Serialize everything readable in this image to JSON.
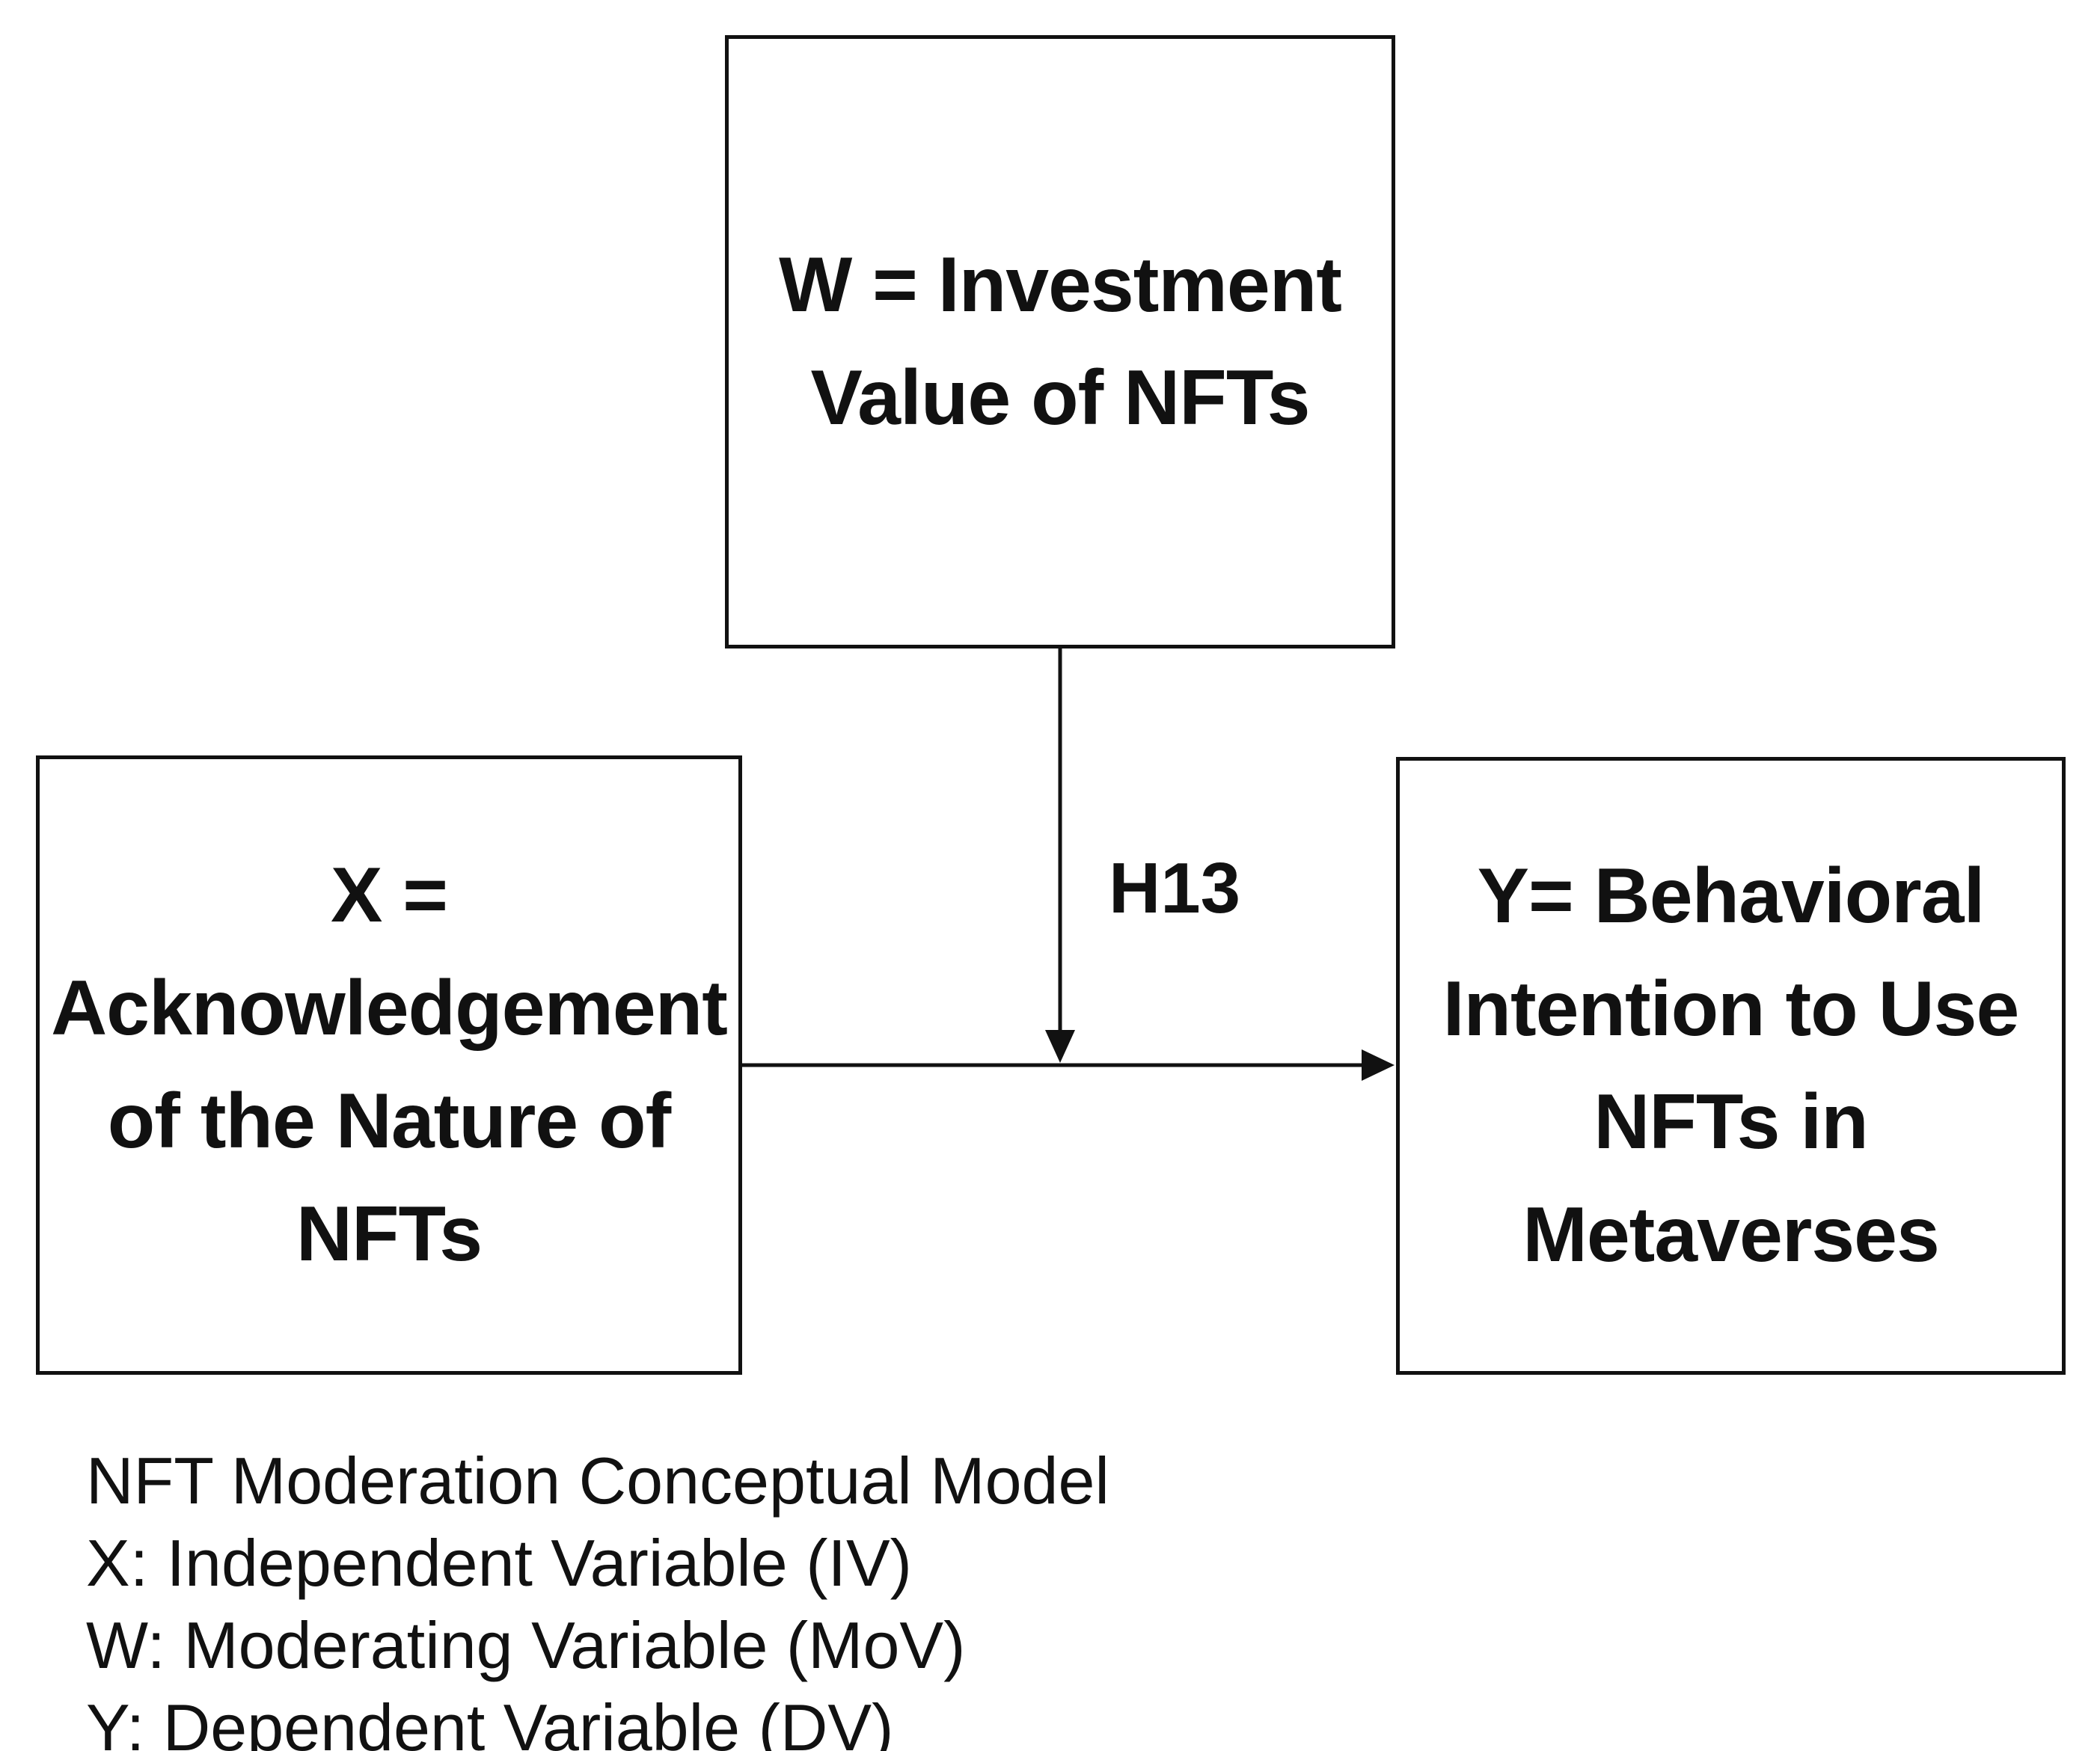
{
  "diagram": {
    "title": "NFT Moderation Conceptual Model",
    "boxes": {
      "moderator": {
        "lines": [
          "W = Investment",
          "Value of NFTs"
        ]
      },
      "independent": {
        "lines": [
          "X =",
          "Acknowledgement",
          "of the Nature of",
          "NFTs"
        ]
      },
      "dependent": {
        "lines": [
          "Y= Behavioral",
          "Intention to Use",
          "NFTs in",
          "Metaverses"
        ]
      }
    },
    "arrow_label": "H13",
    "caption_lines": [
      "NFT Moderation Conceptual Model",
      "X: Independent Variable (IV)",
      "W: Moderating Variable (MoV)",
      "Y: Dependent Variable (DV)"
    ],
    "colors": {
      "line": "#111111",
      "text": "#111111",
      "background": "#ffffff"
    }
  }
}
